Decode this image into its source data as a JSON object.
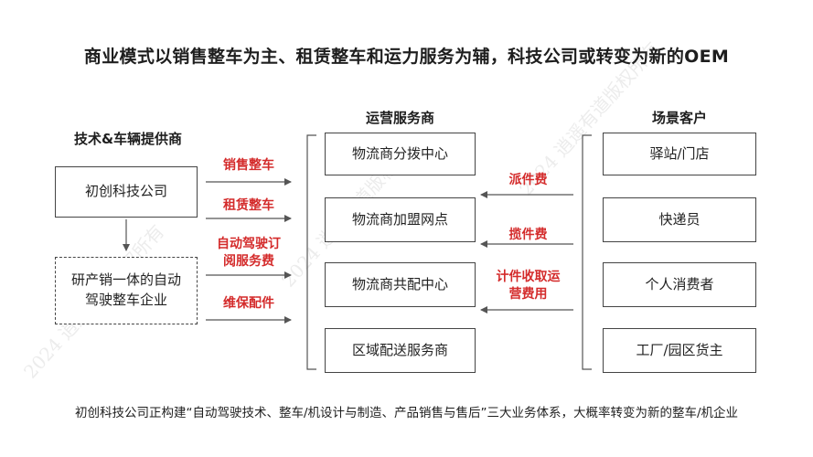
{
  "title": "商业模式以销售整车为主、租赁整车和运力服务为辅，科技公司或转变为新的OEM",
  "columns": {
    "left": "技术&车辆提供商",
    "middle": "运营服务商",
    "right": "场景客户"
  },
  "left_boxes": [
    "初创科技公司",
    "研产销一体的自动驾驶整车企业"
  ],
  "left_arrow_labels": [
    "销售整车",
    "租赁整车",
    "自动驾驶订阅服务费",
    "维保配件"
  ],
  "middle_boxes": [
    "物流商分拨中心",
    "物流商加盟网点",
    "物流商共配中心",
    "区域配送服务商"
  ],
  "right_arrow_labels": [
    "派件费",
    "揽件费",
    "计件收取运营费用"
  ],
  "right_boxes": [
    "驿站/门店",
    "快递员",
    "个人消费者",
    "工厂/园区货主"
  ],
  "footer": "初创科技公司正构建“自动驾驶技术、整车/机设计与制造、产品销售与售后”三大业务体系，大概率转变为新的整车/机企业",
  "watermark": "2024 逍遥有道版权所有",
  "colors": {
    "accent_red": "#d42b2b",
    "line": "#555555"
  }
}
